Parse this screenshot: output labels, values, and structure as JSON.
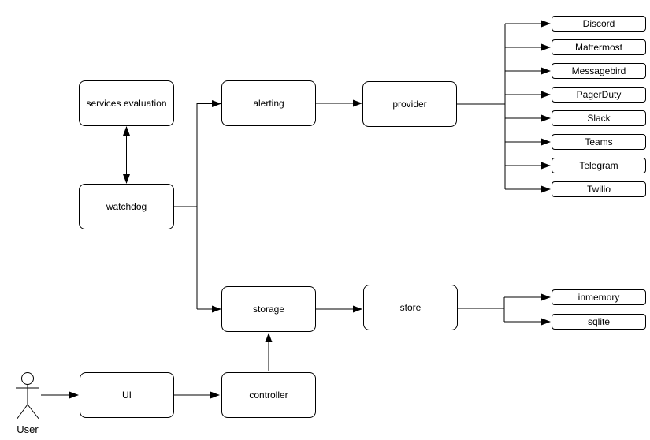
{
  "diagram": {
    "labels": {
      "services_evaluation": "services evaluation",
      "watchdog": "watchdog",
      "alerting": "alerting",
      "provider": "provider",
      "storage": "storage",
      "store": "store",
      "ui": "UI",
      "controller": "controller",
      "user": "User"
    },
    "providers": [
      "Discord",
      "Mattermost",
      "Messagebird",
      "PagerDuty",
      "Slack",
      "Teams",
      "Telegram",
      "Twilio"
    ],
    "stores": [
      "inmemory",
      "sqlite"
    ],
    "edges": [
      {
        "from": "services evaluation",
        "to": "watchdog",
        "style": "bidirectional-arrow"
      },
      {
        "from": "watchdog",
        "to": "alerting",
        "style": "arrow"
      },
      {
        "from": "watchdog",
        "to": "storage",
        "style": "arrow"
      },
      {
        "from": "alerting",
        "to": "provider",
        "style": "arrow"
      },
      {
        "from": "provider",
        "to": [
          "Discord",
          "Mattermost",
          "Messagebird",
          "PagerDuty",
          "Slack",
          "Teams",
          "Telegram",
          "Twilio"
        ],
        "style": "fan-out-arrows"
      },
      {
        "from": "storage",
        "to": "store",
        "style": "arrow"
      },
      {
        "from": "store",
        "to": [
          "inmemory",
          "sqlite"
        ],
        "style": "fan-out-arrows"
      },
      {
        "from": "controller",
        "to": "storage",
        "style": "arrow"
      },
      {
        "from": "UI",
        "to": "controller",
        "style": "arrow"
      },
      {
        "from": "User",
        "to": "UI",
        "style": "arrow"
      }
    ],
    "colors": {
      "background": "#ffffff",
      "stroke": "#000000",
      "node_fill": "#ffffff",
      "text": "#000000"
    }
  }
}
